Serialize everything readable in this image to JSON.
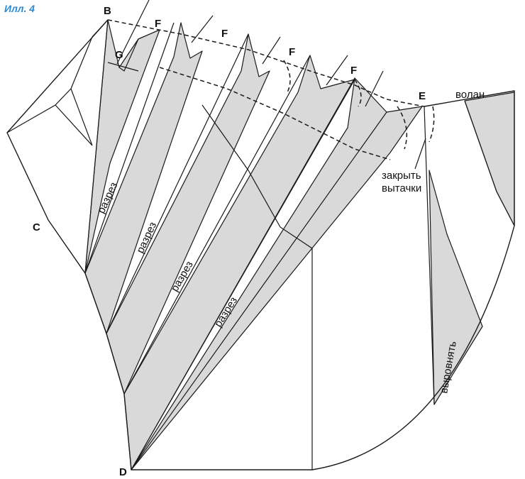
{
  "figure_label": "Илл. 4",
  "colors": {
    "shade": "#d9d9d9",
    "line": "#1a1a1a",
    "figure_label": "#2a8ad4"
  },
  "points": {
    "B": "B",
    "G": "G",
    "F": "F",
    "E": "E",
    "C": "C",
    "D": "D"
  },
  "labels": {
    "cut": "разрез",
    "flounce": "волан",
    "close_darts_line1": "закрыть",
    "close_darts_line2": "вытачки",
    "even_out": "выровнять"
  }
}
